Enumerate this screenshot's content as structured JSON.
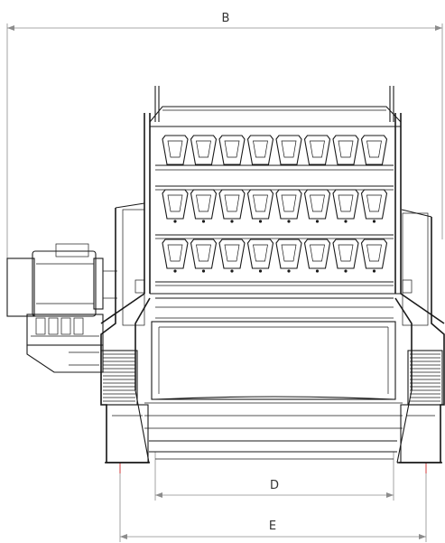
{
  "drawing": {
    "dimensions": [
      {
        "id": "B",
        "label": "B"
      },
      {
        "id": "D",
        "label": "D"
      },
      {
        "id": "E",
        "label": "E"
      }
    ]
  },
  "colors": {
    "line": "#1a1a1a",
    "dimension": "#8c8c8c",
    "marker": "#d23a3a"
  }
}
